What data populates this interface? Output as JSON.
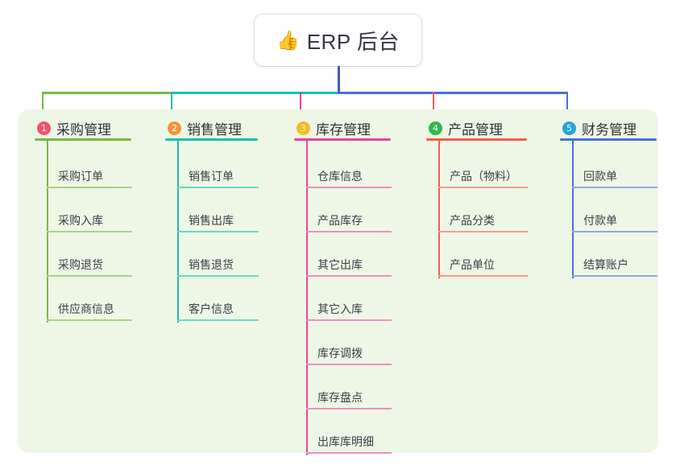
{
  "root": {
    "icon": "thumbs-up-icon",
    "emoji": "👍",
    "title": "ERP 后台",
    "stem_color": "#4a55c0"
  },
  "panel": {
    "background": "#eef7e6"
  },
  "connector": {
    "segments": [
      {
        "name": "trunk-green",
        "color": "#7ab84a"
      },
      {
        "name": "trunk-teal",
        "color": "#14c2ac"
      },
      {
        "name": "trunk-indigo",
        "color": "#4a55c0"
      }
    ]
  },
  "columns": [
    {
      "index": "1",
      "badge_color": "#f2516b",
      "line_color": "#7ab84a",
      "leaf_line_color": "#a9d383",
      "label": "采购管理",
      "leaves": [
        "采购订单",
        "采购入库",
        "采购退货",
        "供应商信息"
      ]
    },
    {
      "index": "2",
      "badge_color": "#f5933c",
      "line_color": "#14c2ac",
      "leaf_line_color": "#67d8c8",
      "label": "销售管理",
      "leaves": [
        "销售订单",
        "销售出库",
        "销售退货",
        "客户信息"
      ]
    },
    {
      "index": "3",
      "badge_color": "#f8bc1c",
      "line_color": "#e8459b",
      "leaf_line_color": "#ef8ec1",
      "label": "库存管理",
      "leaves": [
        "仓库信息",
        "产品库存",
        "其它出库",
        "其它入库",
        "库存调拨",
        "库存盘点",
        "出库库明细"
      ]
    },
    {
      "index": "4",
      "badge_color": "#2db84d",
      "line_color": "#fa5b4a",
      "leaf_line_color": "#f99b8e",
      "label": "产品管理",
      "leaves": [
        "产品（物料）",
        "产品分类",
        "产品单位"
      ]
    },
    {
      "index": "5",
      "badge_color": "#21a5e0",
      "line_color": "#4a6fd4",
      "leaf_line_color": "#8fa8e4",
      "label": "财务管理",
      "leaves": [
        "回款单",
        "付款单",
        "结算账户"
      ]
    }
  ]
}
